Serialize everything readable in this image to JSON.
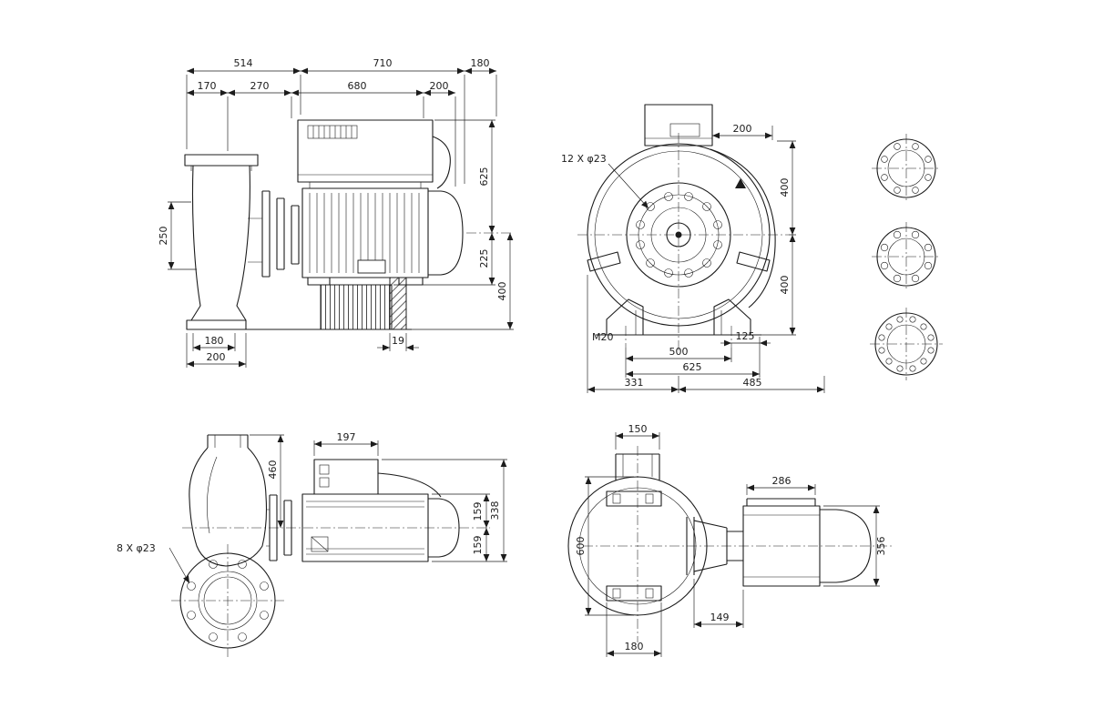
{
  "drawing": {
    "background": "#ffffff",
    "ink": "#1c1c1c",
    "side_view": {
      "top_chain": {
        "w1": "514",
        "w2": "710",
        "w3": "180"
      },
      "second_chain": {
        "w1": "170",
        "w2": "270",
        "w3": "680",
        "w4": "200"
      },
      "right_heights": {
        "h1": "625",
        "h2": "225",
        "h3": "400"
      },
      "port_height": "250",
      "bottom": {
        "w1": "180",
        "w2": "200",
        "grout": "19"
      }
    },
    "front_view": {
      "top_offset": "200",
      "bolt_note": "12 X φ23",
      "height_upper": "400",
      "height_lower": "400",
      "anchor_bolt": "M20",
      "bolt_span": "500",
      "edge_offset": "125",
      "base_width": "625",
      "left_span": "331",
      "right_span": "485"
    },
    "plan_view": {
      "box_width": "197",
      "casing_height": "460",
      "motor_width": "338",
      "upper_half": "159",
      "lower_half": "159",
      "bolt_note": "8 X φ23"
    },
    "top_view": {
      "flange_width": "150",
      "box_length": "286",
      "casing_diameter": "600",
      "motor_height": "356",
      "bracket_length": "149",
      "foot_width": "180"
    }
  }
}
